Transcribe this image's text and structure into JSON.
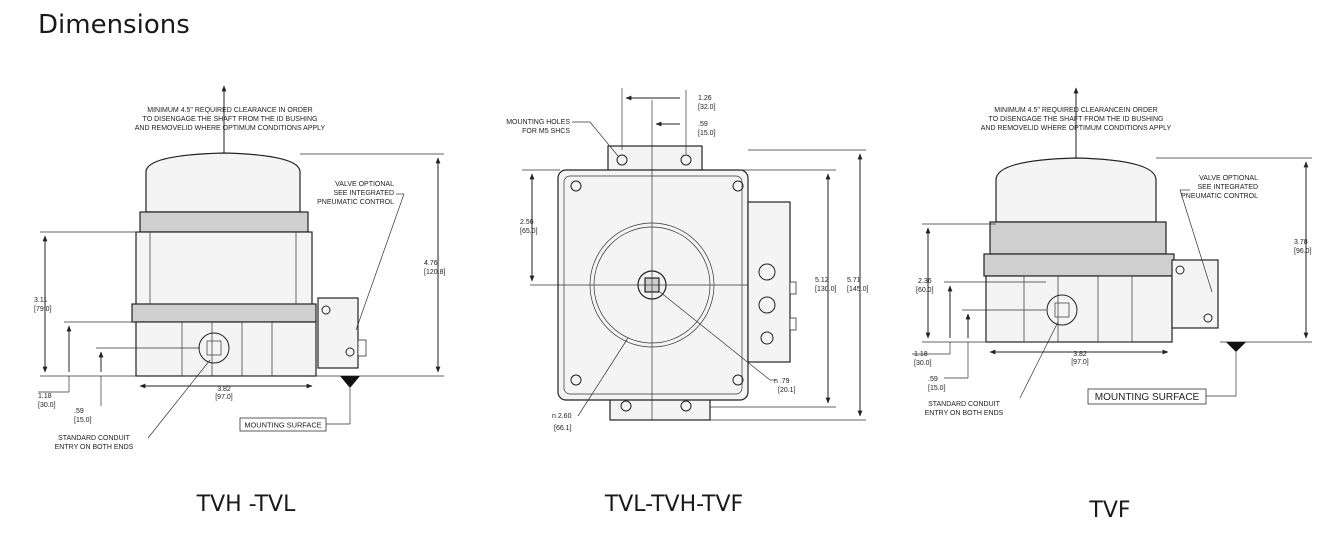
{
  "title": "Dimensions",
  "left": {
    "caption": "TVH -TVL",
    "note": [
      "MINIMUM 4.5\" REQUIRED CLEARANCE IN ORDER",
      "TO DISENGAGE THE SHAFT FROM THE ID BUSHING",
      "AND REMOVELID WHERE OPTIMUM CONDITIONS APPLY"
    ],
    "valve": [
      "VALVE OPTIONAL",
      "SEE INTEGRATED",
      "PNEUMATIC CONTROL"
    ],
    "dim_height_total": [
      "4.76",
      "[120.8]"
    ],
    "dim_height_body": [
      "3.11",
      "[79.0]"
    ],
    "dim_conduit_h": [
      "1.18",
      "[30.0]"
    ],
    "dim_conduit_o": [
      ".59",
      "[15.0]"
    ],
    "dim_width": [
      "3.82",
      "[97.0]"
    ],
    "conduit": [
      "STANDARD CONDUIT",
      "ENTRY ON BOTH ENDS"
    ],
    "mounting": "MOUNTING SURFACE"
  },
  "middle": {
    "caption": "TVL-TVH-TVF",
    "holes": [
      "MOUNTING HOLES",
      "FOR M5 SHCS"
    ],
    "dim_top1": [
      "1.26",
      "[32.0]"
    ],
    "dim_top2": [
      ".59",
      "[15.0]"
    ],
    "dim_left": [
      "2.56",
      "[65.0]"
    ],
    "dim_r1": [
      "5.12",
      "[130.0]"
    ],
    "dim_r2": [
      "5.71",
      "[145.0]"
    ],
    "dim_dia_small": [
      "n .79",
      "[20.1]"
    ],
    "dim_dia_large": [
      "n 2.60",
      "[66.1]"
    ]
  },
  "right": {
    "caption": "TVF",
    "note": [
      "MINIMUM 4.5\" REQUIRED CLEARANCEIN ORDER",
      "TO DISENGAGE THE SHAFT FROM THE ID BUSHING",
      "AND REMOVELID WHERE OPTIMUM CONDITIONS APPLY"
    ],
    "valve": [
      "VALVE OPTIONAL",
      "SEE INTEGRATED",
      "PNEUMATIC CONTROL"
    ],
    "dim_height_total": [
      "3.78",
      "[96.0]"
    ],
    "dim_height_body": [
      "2.36",
      "[60.0]"
    ],
    "dim_conduit_h": [
      "1.18",
      "[30.0]"
    ],
    "dim_conduit_o": [
      ".59",
      "[15.0]"
    ],
    "dim_width": [
      "3.82",
      "[97.0]"
    ],
    "conduit": [
      "STANDARD CONDUIT",
      "ENTRY ON BOTH ENDS"
    ],
    "mounting": "MOUNTING SURFACE"
  }
}
